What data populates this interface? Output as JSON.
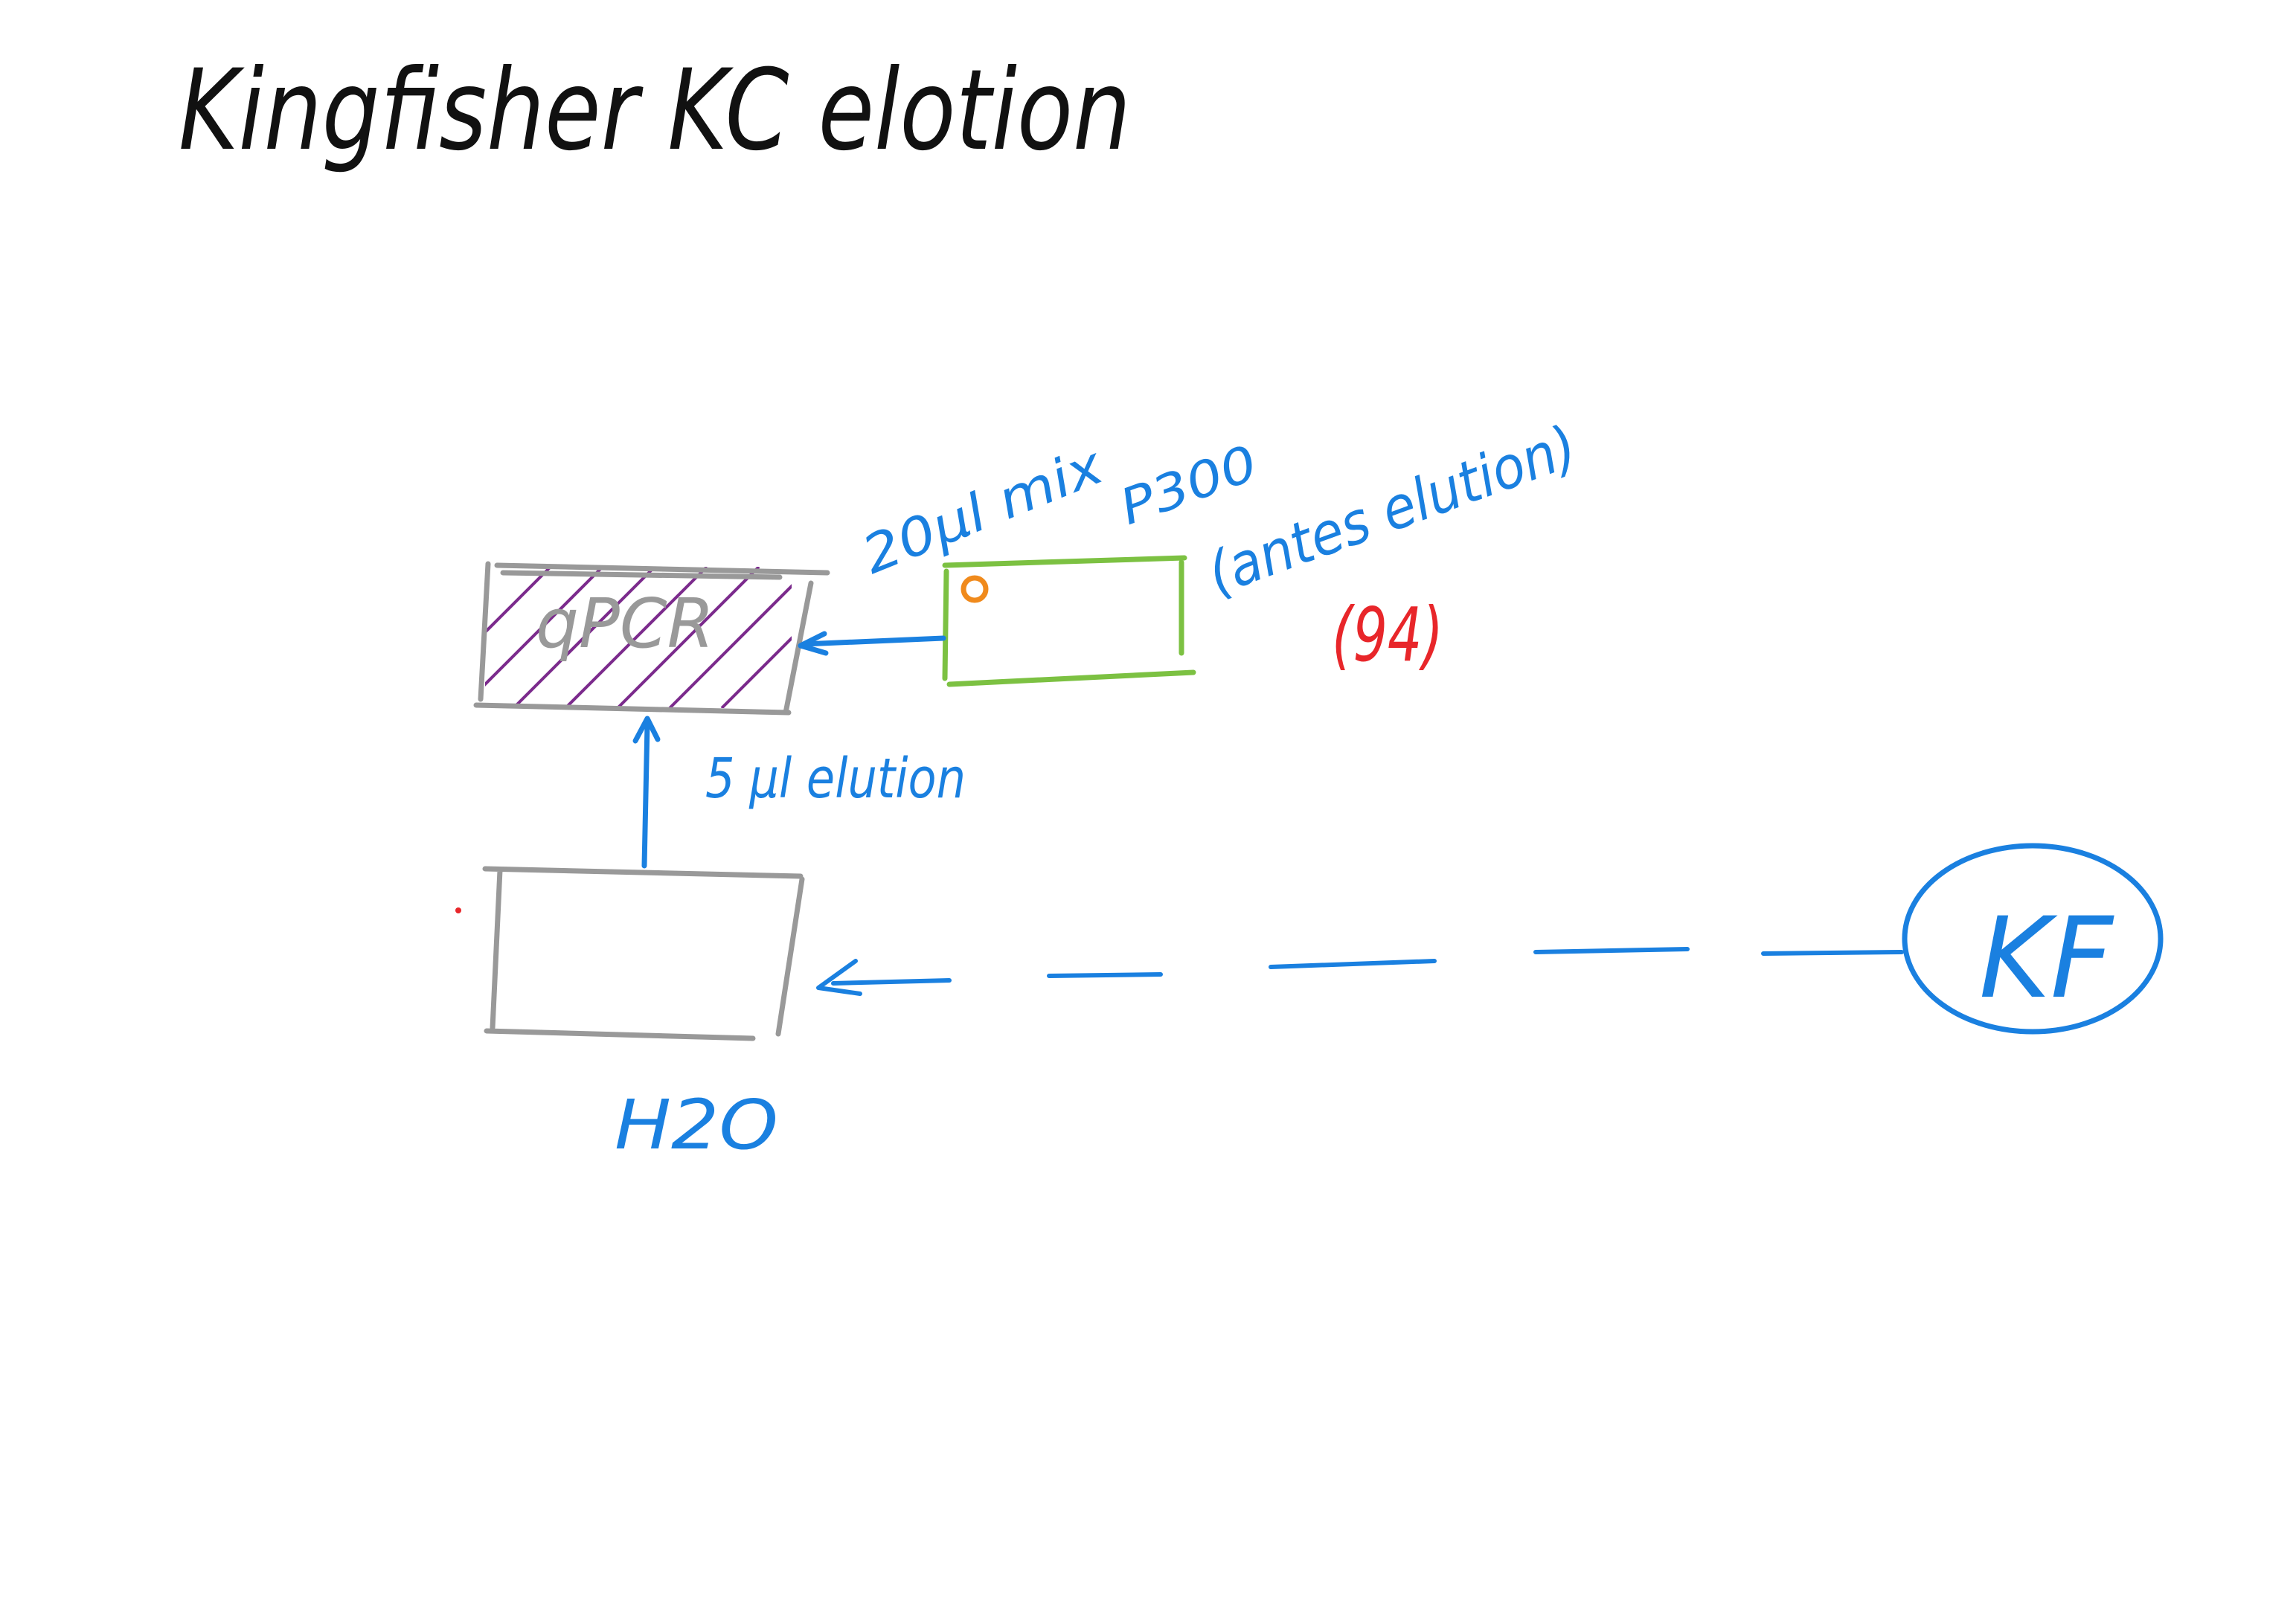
{
  "title": "Kingfisher KC elotion",
  "colors": {
    "ink_black": "#111111",
    "ink_blue": "#1a80e0",
    "ink_gray": "#999999",
    "ink_green": "#7cc142",
    "ink_orange": "#f08a1c",
    "ink_red": "#e8262a",
    "ink_purple": "#7b2a8c"
  },
  "boxes": {
    "qpcr": {
      "label": "qPCR"
    },
    "plate": {
      "label": ""
    },
    "h2o_box": {
      "label": ""
    }
  },
  "labels": {
    "mix": "20µl mix",
    "p300": "P300",
    "before_elution": "(antes elution)",
    "count": "(94)",
    "elution": "5 µl elution",
    "h2o": "H2O",
    "kf": "KF"
  }
}
